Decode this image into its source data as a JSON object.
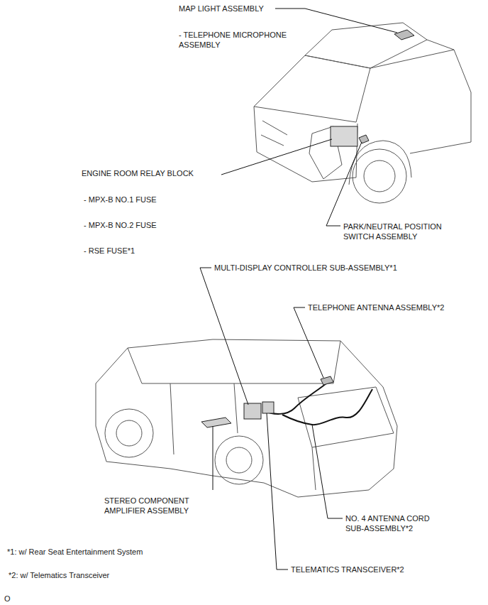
{
  "diagram": {
    "labels": [
      "MAP LIGHT ASSEMBLY",
      "- TELEPHONE MICROPHONE ASSEMBLY",
      "ENGINE ROOM RELAY BLOCK",
      "- MPX-B NO.1 FUSE",
      "- MPX-B NO.2 FUSE",
      "- RSE FUSE*1",
      "PARK/NEUTRAL POSITION SWITCH ASSEMBLY",
      "MULTI-DISPLAY CONTROLLER SUB-ASSEMBLY*1",
      "TELEPHONE ANTENNA ASSEMBLY*2",
      "STEREO COMPONENT AMPLIFIER ASSEMBLY",
      "NO. 4 ANTENNA CORD SUB-ASSEMBLY*2",
      "*1: w/ Rear Seat Entertainment System",
      "*2: w/ Telematics Transceiver",
      "TELEMATICS TRANSCEIVER*2",
      "O"
    ]
  }
}
